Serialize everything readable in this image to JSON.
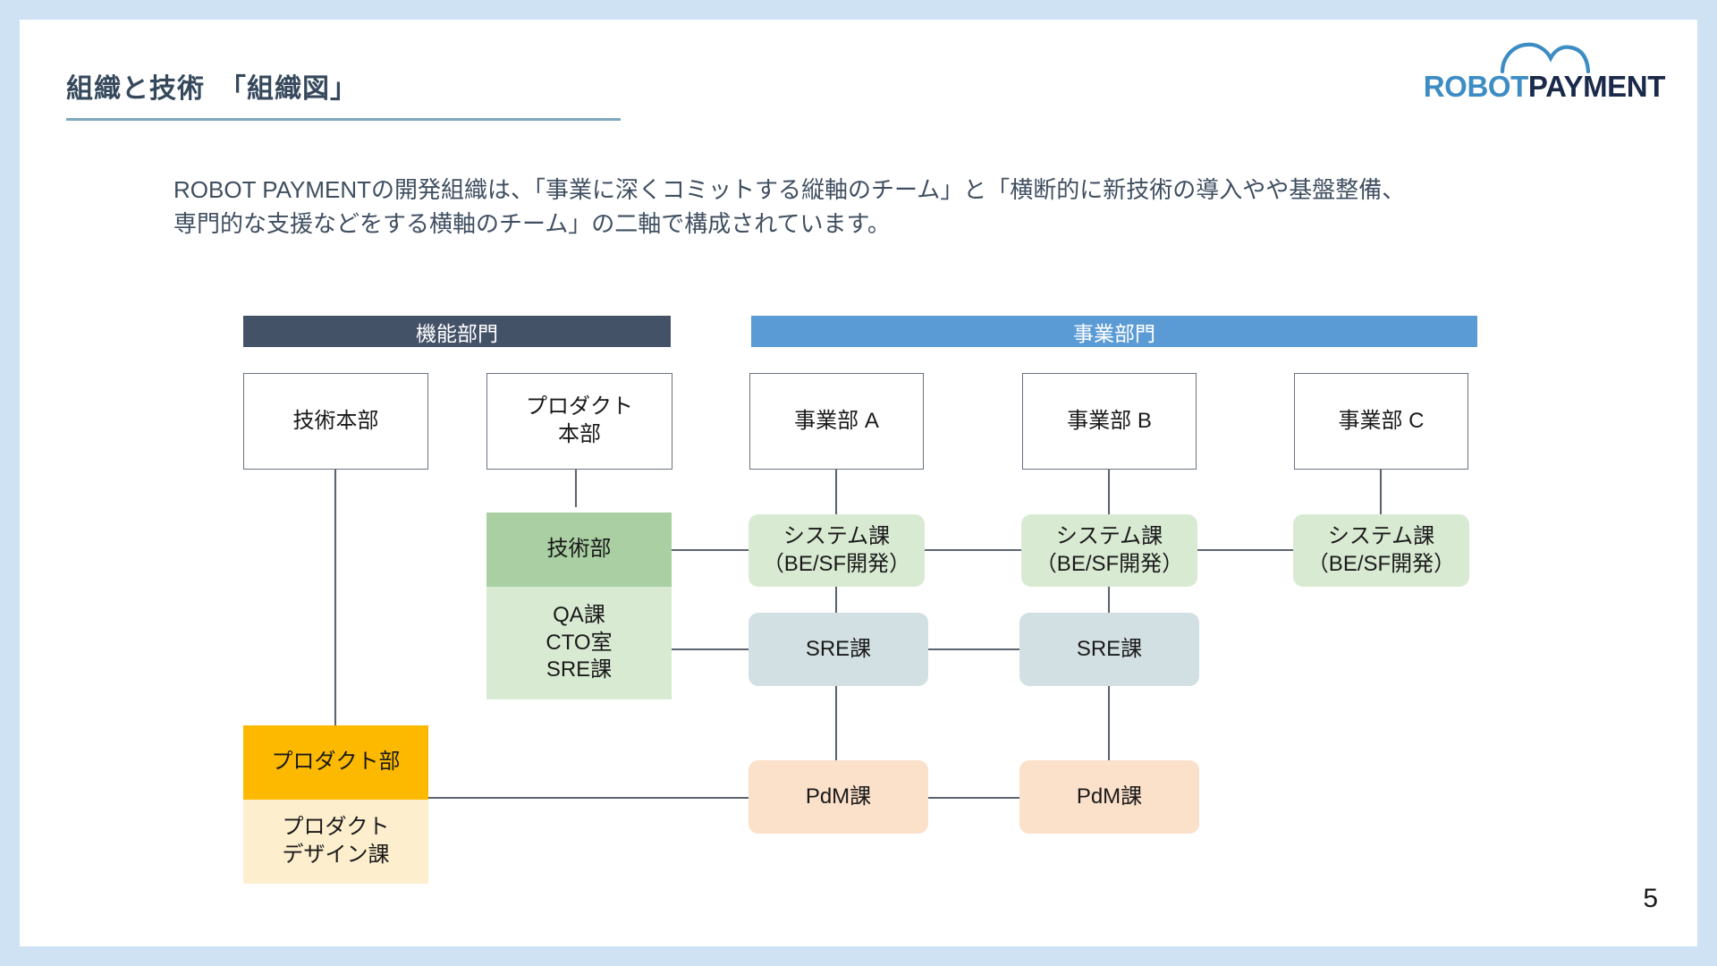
{
  "slide": {
    "title": "組織と技術　「組織図」",
    "page_number": "5",
    "border_color": "#cfe2f3",
    "title_color": "#36495c",
    "title_rule_color": "#7fa8bd"
  },
  "logo": {
    "icon": "cloud-icon",
    "part1": "ROBOT",
    "part2": "PAYMENT",
    "part1_color": "#3d8cc4",
    "part2_color": "#1b2a4a"
  },
  "intro": {
    "line1": "ROBOT PAYMENTの開発組織は、「事業に深くコミットする縦軸のチーム」と「横断的に新技術の導入やや基盤整備、",
    "line2": "専門的な支援などをする横軸のチーム」の二軸で構成されています。"
  },
  "chart_data": {
    "type": "diagram",
    "title": "組織図",
    "bands": [
      {
        "id": "functional",
        "label": "機能部門",
        "color": "#445268"
      },
      {
        "id": "business",
        "label": "事業部門",
        "color": "#5b9bd5"
      }
    ],
    "nodes": [
      {
        "id": "gijutsu-honbu",
        "label": "技術本部",
        "style": "outline",
        "color": "#ffffff"
      },
      {
        "id": "product-honbu",
        "label": "プロダクト\n本部",
        "style": "outline",
        "color": "#ffffff"
      },
      {
        "id": "jigyobu-a",
        "label": "事業部 A",
        "style": "outline",
        "color": "#ffffff"
      },
      {
        "id": "jigyobu-b",
        "label": "事業部 B",
        "style": "outline",
        "color": "#ffffff"
      },
      {
        "id": "jigyobu-c",
        "label": "事業部 C",
        "style": "outline",
        "color": "#ffffff"
      },
      {
        "id": "gijutsu-bu",
        "label": "技術部",
        "style": "fill",
        "color": "#a9cfa2"
      },
      {
        "id": "qa-cto-sre",
        "label": "QA課\nCTO室\nSRE課",
        "style": "fill",
        "color": "#d9ead3"
      },
      {
        "id": "product-bu",
        "label": "プロダクト部",
        "style": "fill",
        "color": "#fcb900"
      },
      {
        "id": "product-design-ka",
        "label": "プロダクト\nデザイン課",
        "style": "fill",
        "color": "#fdeecd"
      },
      {
        "id": "system-ka-a",
        "label": "システム課\n（BE/SF開発）",
        "style": "rounded",
        "color": "#d9ead3"
      },
      {
        "id": "system-ka-b",
        "label": "システム課\n（BE/SF開発）",
        "style": "rounded",
        "color": "#d9ead3"
      },
      {
        "id": "system-ka-c",
        "label": "システム課\n（BE/SF開発）",
        "style": "rounded",
        "color": "#d9ead3"
      },
      {
        "id": "sre-ka-a",
        "label": "SRE課",
        "style": "rounded",
        "color": "#d3e0e3"
      },
      {
        "id": "sre-ka-b",
        "label": "SRE課",
        "style": "rounded",
        "color": "#d3e0e3"
      },
      {
        "id": "pdm-ka-a",
        "label": "PdM課",
        "style": "rounded",
        "color": "#fbe0ca"
      },
      {
        "id": "pdm-ka-b",
        "label": "PdM課",
        "style": "rounded",
        "color": "#fbe0ca"
      }
    ],
    "edges": [
      {
        "from": "gijutsu-honbu",
        "to": "product-bu"
      },
      {
        "from": "product-honbu",
        "to": "gijutsu-bu"
      },
      {
        "from": "jigyobu-a",
        "to": "system-ka-a"
      },
      {
        "from": "jigyobu-b",
        "to": "system-ka-b"
      },
      {
        "from": "jigyobu-c",
        "to": "system-ka-c"
      },
      {
        "from": "gijutsu-bu",
        "to": "system-ka-a"
      },
      {
        "from": "system-ka-a",
        "to": "system-ka-b"
      },
      {
        "from": "system-ka-b",
        "to": "system-ka-c"
      },
      {
        "from": "qa-cto-sre",
        "to": "sre-ka-a"
      },
      {
        "from": "sre-ka-a",
        "to": "sre-ka-b"
      },
      {
        "from": "system-ka-a",
        "to": "sre-ka-a"
      },
      {
        "from": "system-ka-b",
        "to": "sre-ka-b"
      },
      {
        "from": "product-bu",
        "to": "pdm-ka-a"
      },
      {
        "from": "pdm-ka-a",
        "to": "pdm-ka-b"
      },
      {
        "from": "sre-ka-a",
        "to": "pdm-ka-a"
      },
      {
        "from": "sre-ka-b",
        "to": "pdm-ka-b"
      }
    ]
  }
}
